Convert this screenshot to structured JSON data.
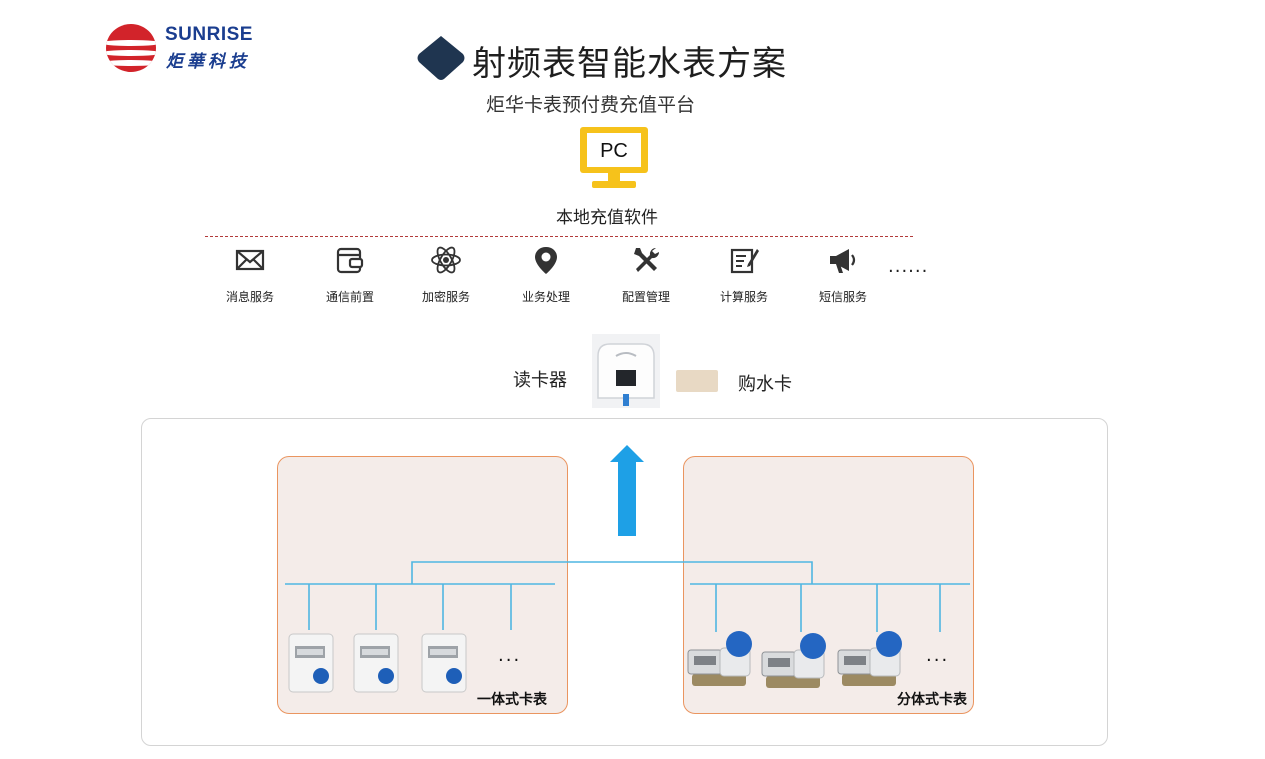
{
  "logo": {
    "en": "SUNRISE",
    "cn": "炬華科技"
  },
  "title": "射频表智能水表方案",
  "subtitle": "炬华卡表预付费充值平台",
  "pc": {
    "screen_text": "PC",
    "label": "本地充值软件"
  },
  "services": [
    {
      "label": "消息服务",
      "icon": "mail-icon"
    },
    {
      "label": "通信前置",
      "icon": "wallet-icon"
    },
    {
      "label": "加密服务",
      "icon": "atom-icon"
    },
    {
      "label": "业务处理",
      "icon": "location-pin-icon"
    },
    {
      "label": "配置管理",
      "icon": "tools-icon"
    },
    {
      "label": "计算服务",
      "icon": "edit-document-icon"
    },
    {
      "label": "短信服务",
      "icon": "megaphone-icon"
    }
  ],
  "services_more": "......",
  "reader": {
    "label": "读卡器",
    "card_label": "购水卡"
  },
  "groups": [
    {
      "label": "一体式卡表",
      "more": "..."
    },
    {
      "label": "分体式卡表",
      "more": "..."
    }
  ],
  "colors": {
    "accent_blue": "#1a3d8f",
    "logo_red": "#d2232a",
    "line_blue": "#4fb6e2",
    "panel_border": "#ea9560",
    "pc_yellow": "#f6c21b"
  }
}
